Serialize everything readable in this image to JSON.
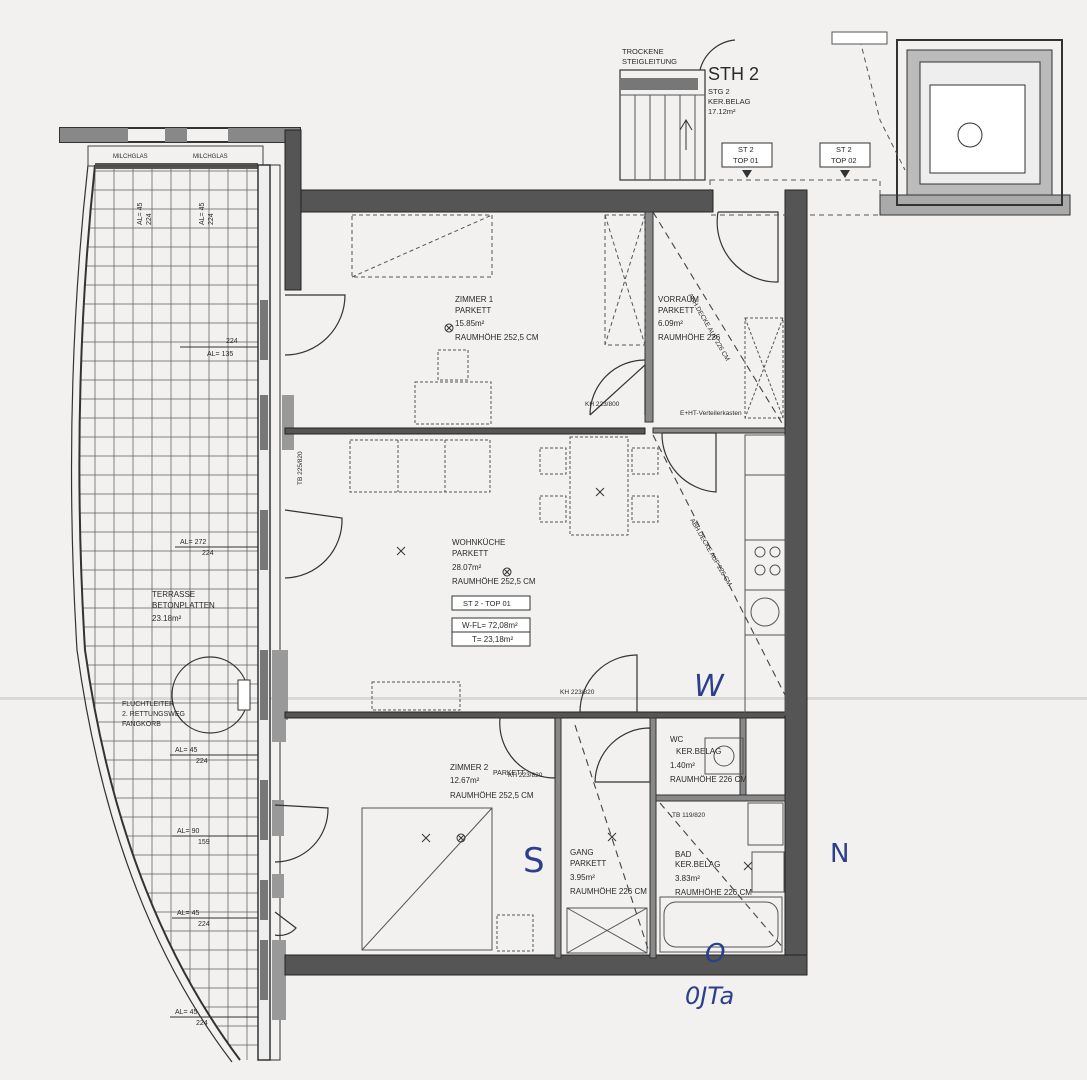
{
  "stair": {
    "label_line1": "TROCKENE",
    "label_line2": "STEIGLEITUNG",
    "title": "STH 2",
    "sub1": "STG 2",
    "sub2": "KER.BELAG",
    "area": "17.12m²"
  },
  "tops": [
    {
      "line1": "ST 2",
      "line2": "TOP 01"
    },
    {
      "line1": "ST 2",
      "line2": "TOP 02"
    }
  ],
  "rooms": {
    "zimmer1": {
      "name": "ZIMMER 1",
      "floor": "PARKETT",
      "area": "15.85m²",
      "height": "RAUMHÖHE 252,5 CM"
    },
    "vorraum": {
      "name": "VORRAUM",
      "floor": "PARKETT",
      "area": "6.09m²",
      "height": "RAUMHÖHE 226"
    },
    "wohnkueche": {
      "name": "WOHNKÜCHE",
      "floor": "PARKETT",
      "area": "28.07m²",
      "height": "RAUMHÖHE 252,5 CM"
    },
    "terrasse": {
      "name": "TERRASSE",
      "floor": "BETONPLATTEN",
      "area": "23.18m²"
    },
    "zimmer2": {
      "name": "ZIMMER 2",
      "floor": "PARKETT",
      "area": "12.67m²",
      "height": "RAUMHÖHE 252,5 CM"
    },
    "gang": {
      "name": "GANG",
      "floor": "PARKETT",
      "area": "3.95m²",
      "height": "RAUMHÖHE 226 CM"
    },
    "wc": {
      "name": "WC",
      "floor": "KER.BELAG",
      "area": "1.40m²",
      "height": "RAUMHÖHE 226 CM"
    },
    "bad": {
      "name": "BAD",
      "floor": "KER.BELAG",
      "area": "3.83m²",
      "height": "RAUMHÖHE 226 CM"
    }
  },
  "unit": {
    "id": "ST 2 - TOP 01",
    "wfl": "W-FL= 72,08m²",
    "t": "T= 23,18m²"
  },
  "labels": {
    "milchglas": "MILCHGLAS",
    "kh1": "KH 223/800",
    "kh2": "KH 223/820",
    "kh3": "KH 223/820",
    "tb1": "TB 225/820",
    "tb2": "TB 119/820",
    "ehv": "E+HT-Verteilerkasten",
    "abh1": "ABH.DECKE AUF 226 CM",
    "abh2": "ABH.DECKE AUF 226 CM",
    "fluchtleiter1": "FLUCHTLEITER",
    "fluchtleiter2": "2. RETTUNGSWEG",
    "fluchtleiter3": "FANGKORB"
  },
  "dims": [
    {
      "a": "AL= 45",
      "b": "224"
    },
    {
      "a": "AL= 45",
      "b": "224"
    },
    {
      "a": "224",
      "b": "AL= 135"
    },
    {
      "a": "AL= 272",
      "b": "224"
    },
    {
      "a": "AL= 45",
      "b": "224"
    },
    {
      "a": "AL= 90",
      "b": "159"
    },
    {
      "a": "AL= 45",
      "b": "224"
    },
    {
      "a": "AL= 45",
      "b": "224"
    }
  ],
  "handwriting": {
    "h1": "W",
    "h2": "S",
    "h3": "N",
    "h4": "O",
    "h5": "0JTa"
  }
}
